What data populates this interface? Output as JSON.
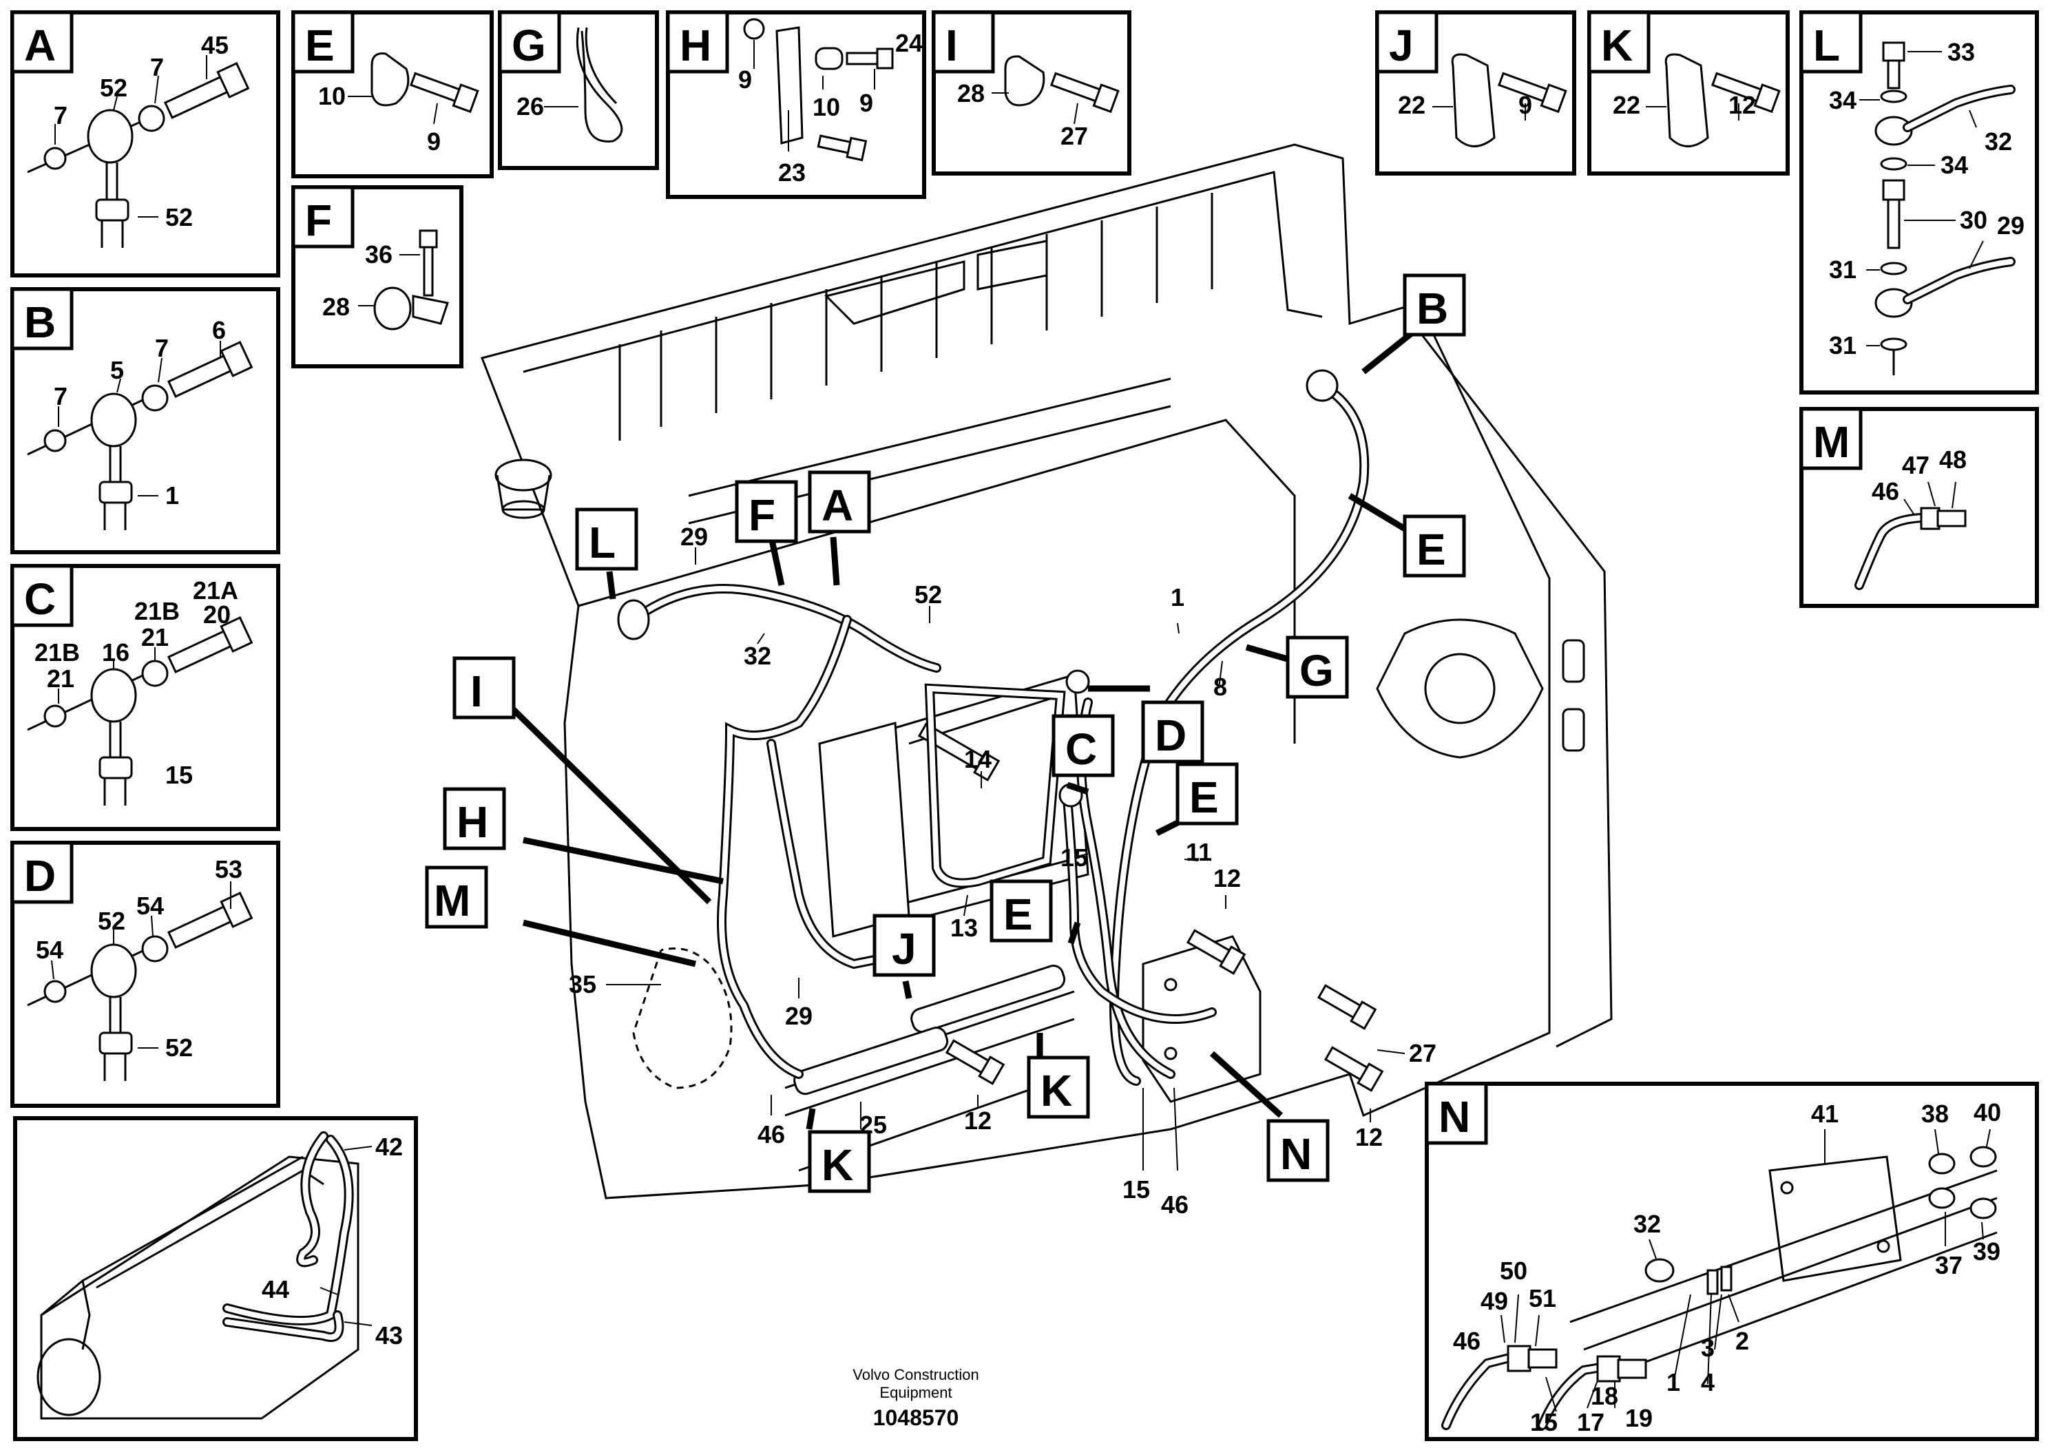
{
  "detail_panels": [
    {
      "letter": "A",
      "labels": [
        "45",
        "52",
        "7",
        "7",
        "52"
      ]
    },
    {
      "letter": "B",
      "labels": [
        "6",
        "5",
        "7",
        "7",
        "1"
      ]
    },
    {
      "letter": "C",
      "labels": [
        "21A",
        "20",
        "21B",
        "21",
        "21B",
        "21",
        "16",
        "15"
      ]
    },
    {
      "letter": "D",
      "labels": [
        "53",
        "52",
        "54",
        "54",
        "52"
      ]
    },
    {
      "letter": "E",
      "labels": [
        "10",
        "9"
      ]
    },
    {
      "letter": "F",
      "labels": [
        "36",
        "28"
      ]
    },
    {
      "letter": "G",
      "labels": [
        "26"
      ]
    },
    {
      "letter": "H",
      "labels": [
        "24",
        "9",
        "10",
        "9",
        "23"
      ]
    },
    {
      "letter": "I",
      "labels": [
        "28",
        "27"
      ]
    },
    {
      "letter": "J",
      "labels": [
        "22",
        "9"
      ]
    },
    {
      "letter": "K",
      "labels": [
        "22",
        "12"
      ]
    },
    {
      "letter": "L",
      "labels": [
        "33",
        "34",
        "32",
        "34",
        "30",
        "29",
        "31",
        "31"
      ]
    },
    {
      "letter": "M",
      "labels": [
        "47",
        "48",
        "46"
      ]
    },
    {
      "letter": "N",
      "labels": [
        "41",
        "38",
        "40",
        "32",
        "50",
        "49",
        "51",
        "46",
        "15",
        "17",
        "18",
        "19",
        "1",
        "4",
        "3",
        "2",
        "37",
        "39"
      ]
    }
  ],
  "inset_lower_left": {
    "labels": [
      "42",
      "44",
      "43"
    ]
  },
  "main_view": {
    "tags": [
      "B",
      "E",
      "L",
      "F",
      "A",
      "G",
      "D",
      "C",
      "E",
      "I",
      "H",
      "E",
      "M",
      "J",
      "K",
      "K",
      "N"
    ],
    "labels": [
      "29",
      "52",
      "1",
      "8",
      "32",
      "14",
      "15",
      "11",
      "12",
      "13",
      "35",
      "29",
      "27",
      "12",
      "12",
      "25",
      "46",
      "15",
      "46"
    ]
  },
  "footer": {
    "company_line1": "Volvo Construction",
    "company_line2": "Equipment",
    "drawing_number": "1048570"
  }
}
